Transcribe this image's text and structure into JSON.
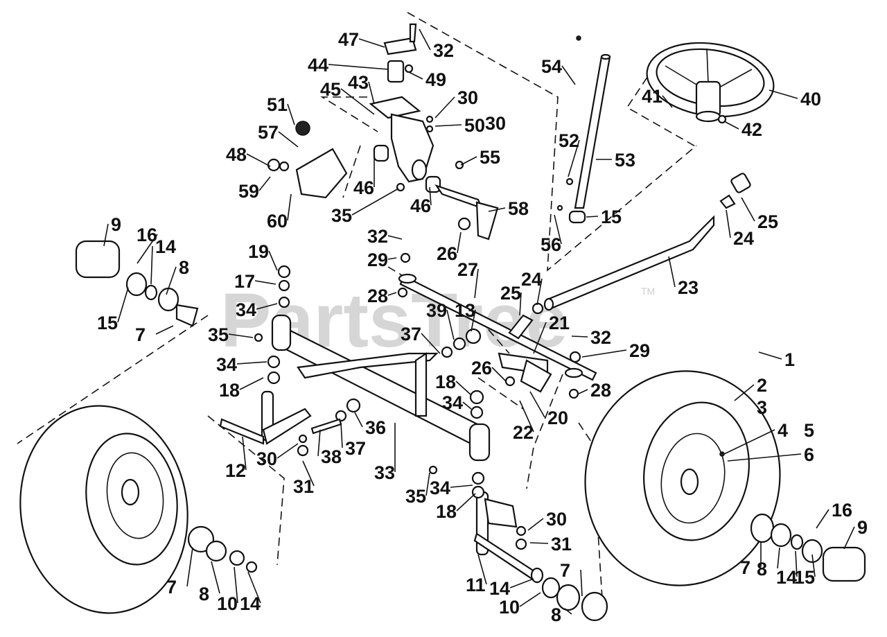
{
  "diagram": {
    "watermark": "PartsTree",
    "trademark": "TM",
    "callouts": [
      {
        "id": "c1",
        "text": "1"
      },
      {
        "id": "c2",
        "text": "2"
      },
      {
        "id": "c3",
        "text": "3"
      },
      {
        "id": "c4",
        "text": "4"
      },
      {
        "id": "c5",
        "text": "5"
      },
      {
        "id": "c6",
        "text": "6"
      },
      {
        "id": "c7a",
        "text": "7"
      },
      {
        "id": "c7b",
        "text": "7"
      },
      {
        "id": "c7c",
        "text": "7"
      },
      {
        "id": "c7d",
        "text": "7"
      },
      {
        "id": "c8a",
        "text": "8"
      },
      {
        "id": "c8b",
        "text": "8"
      },
      {
        "id": "c8c",
        "text": "8"
      },
      {
        "id": "c8d",
        "text": "8"
      },
      {
        "id": "c9a",
        "text": "9"
      },
      {
        "id": "c9b",
        "text": "9"
      },
      {
        "id": "c10a",
        "text": "10"
      },
      {
        "id": "c10b",
        "text": "10"
      },
      {
        "id": "c11",
        "text": "11"
      },
      {
        "id": "c12",
        "text": "12"
      },
      {
        "id": "c13",
        "text": "13"
      },
      {
        "id": "c14a",
        "text": "14"
      },
      {
        "id": "c14b",
        "text": "14"
      },
      {
        "id": "c14c",
        "text": "14"
      },
      {
        "id": "c14d",
        "text": "14"
      },
      {
        "id": "c15a",
        "text": "15"
      },
      {
        "id": "c15b",
        "text": "15"
      },
      {
        "id": "c15c",
        "text": "15"
      },
      {
        "id": "c16a",
        "text": "16"
      },
      {
        "id": "c16b",
        "text": "16"
      },
      {
        "id": "c17",
        "text": "17"
      },
      {
        "id": "c18a",
        "text": "18"
      },
      {
        "id": "c18b",
        "text": "18"
      },
      {
        "id": "c18c",
        "text": "18"
      },
      {
        "id": "c19",
        "text": "19"
      },
      {
        "id": "c20",
        "text": "20"
      },
      {
        "id": "c21",
        "text": "21"
      },
      {
        "id": "c22",
        "text": "22"
      },
      {
        "id": "c23",
        "text": "23"
      },
      {
        "id": "c24a",
        "text": "24"
      },
      {
        "id": "c24b",
        "text": "24"
      },
      {
        "id": "c25a",
        "text": "25"
      },
      {
        "id": "c25b",
        "text": "25"
      },
      {
        "id": "c26a",
        "text": "26"
      },
      {
        "id": "c26b",
        "text": "26"
      },
      {
        "id": "c27",
        "text": "27"
      },
      {
        "id": "c28a",
        "text": "28"
      },
      {
        "id": "c28b",
        "text": "28"
      },
      {
        "id": "c29a",
        "text": "29"
      },
      {
        "id": "c29b",
        "text": "29"
      },
      {
        "id": "c30a",
        "text": "30"
      },
      {
        "id": "c30b",
        "text": "30"
      },
      {
        "id": "c30c",
        "text": "30"
      },
      {
        "id": "c30d",
        "text": "30"
      },
      {
        "id": "c31a",
        "text": "31"
      },
      {
        "id": "c31b",
        "text": "31"
      },
      {
        "id": "c32a",
        "text": "32"
      },
      {
        "id": "c32b",
        "text": "32"
      },
      {
        "id": "c32c",
        "text": "32"
      },
      {
        "id": "c33",
        "text": "33"
      },
      {
        "id": "c34a",
        "text": "34"
      },
      {
        "id": "c34b",
        "text": "34"
      },
      {
        "id": "c34c",
        "text": "34"
      },
      {
        "id": "c34d",
        "text": "34"
      },
      {
        "id": "c35a",
        "text": "35"
      },
      {
        "id": "c35b",
        "text": "35"
      },
      {
        "id": "c35c",
        "text": "35"
      },
      {
        "id": "c36",
        "text": "36"
      },
      {
        "id": "c37a",
        "text": "37"
      },
      {
        "id": "c37b",
        "text": "37"
      },
      {
        "id": "c38",
        "text": "38"
      },
      {
        "id": "c39",
        "text": "39"
      },
      {
        "id": "c40",
        "text": "40"
      },
      {
        "id": "c41",
        "text": "41"
      },
      {
        "id": "c42",
        "text": "42"
      },
      {
        "id": "c43",
        "text": "43"
      },
      {
        "id": "c44",
        "text": "44"
      },
      {
        "id": "c45",
        "text": "45"
      },
      {
        "id": "c46a",
        "text": "46"
      },
      {
        "id": "c46b",
        "text": "46"
      },
      {
        "id": "c47",
        "text": "47"
      },
      {
        "id": "c48",
        "text": "48"
      },
      {
        "id": "c49",
        "text": "49"
      },
      {
        "id": "c50",
        "text": "50"
      },
      {
        "id": "c51",
        "text": "51"
      },
      {
        "id": "c52",
        "text": "52"
      },
      {
        "id": "c53",
        "text": "53"
      },
      {
        "id": "c54",
        "text": "54"
      },
      {
        "id": "c55",
        "text": "55"
      },
      {
        "id": "c56",
        "text": "56"
      },
      {
        "id": "c57",
        "text": "57"
      },
      {
        "id": "c58",
        "text": "58"
      },
      {
        "id": "c59",
        "text": "59"
      },
      {
        "id": "c60",
        "text": "60"
      }
    ]
  }
}
